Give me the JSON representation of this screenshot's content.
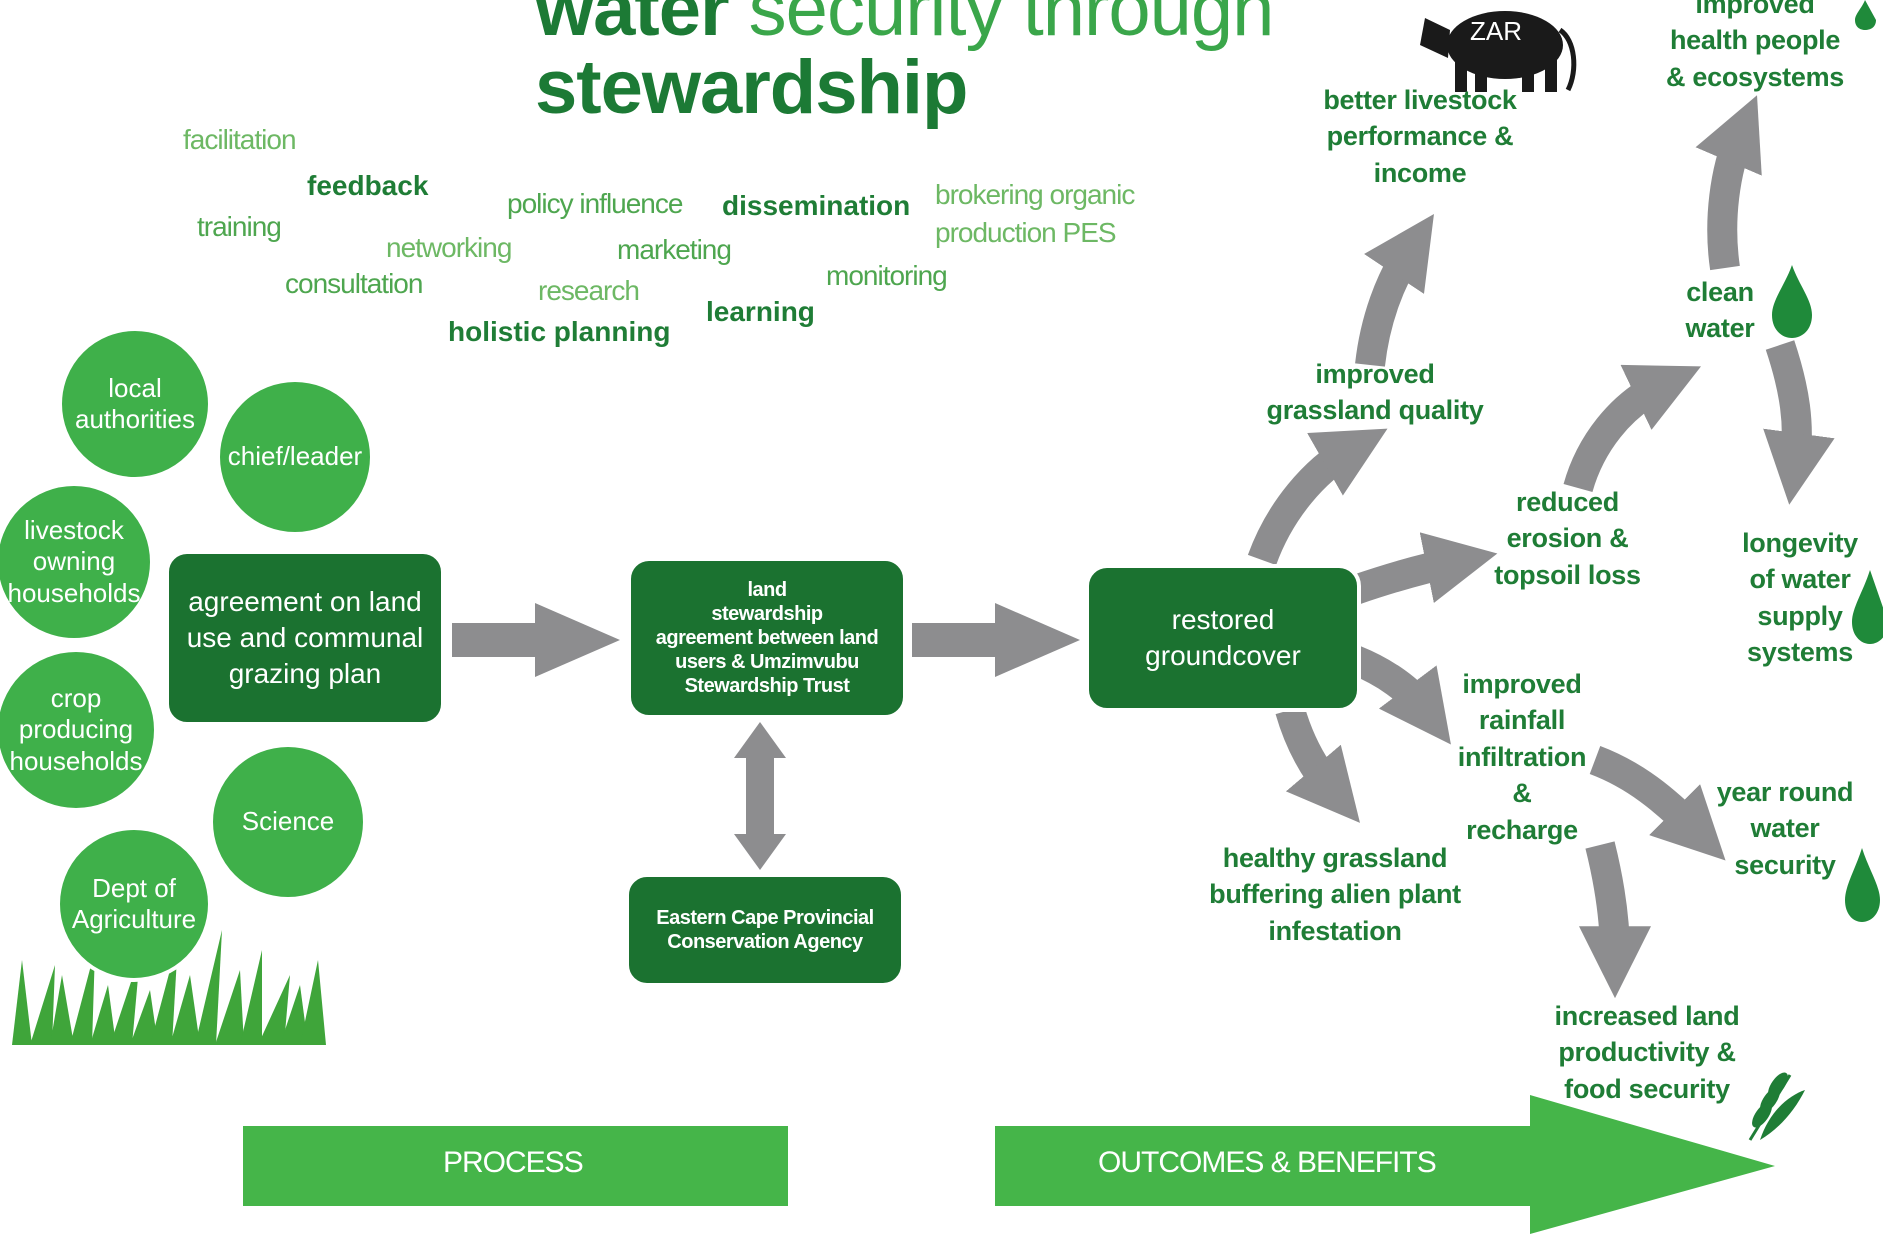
{
  "title": {
    "line1_bold": "water",
    "line1_light": "security through",
    "line2": "stewardship"
  },
  "process_keywords": [
    "facilitation",
    "feedback",
    "training",
    "policy influence",
    "dissemination",
    "brokering organic",
    "production PES",
    "networking",
    "marketing",
    "consultation",
    "research",
    "monitoring",
    "learning",
    "holistic planning"
  ],
  "stakeholders": [
    "local\nauthorities",
    "chief/leader",
    "livestock\nowning\nhouseholds",
    "crop\nproducing\nhouseholds",
    "Science",
    "Dept of\nAgriculture"
  ],
  "process_boxes": {
    "agreement": "agreement on land\nuse and communal\ngrazing plan",
    "stewardship": "land\nstewardship\nagreement between land\nusers & Umzimvubu\nStewardship Trust",
    "agency": "Eastern Cape Provincial\nConservation Agency",
    "groundcover": "restored\ngroundcover"
  },
  "outcomes": {
    "livestock": "better livestock\nperformance &\nincome",
    "grassland_quality": "improved\ngrassland quality",
    "erosion": "reduced\nerosion &\ntopsoil loss",
    "rainfall": "improved\nrainfall\ninfiltration\n&\nrecharge",
    "alien": "healthy grassland\nbuffering alien plant\ninfestation",
    "clean_water": "clean\nwater",
    "health": "improved\nhealth people\n& ecosystems",
    "longevity": "longevity\nof water\nsupply\nsystems",
    "year_round": "year round\nwater\nsecurity",
    "productivity": "increased land\nproductivity &\nfood security"
  },
  "currency_badge": "ZAR",
  "bands": {
    "process": "PROCESS",
    "outcomes": "OUTCOMES & BENEFITS"
  },
  "colors": {
    "dark_green": "#1b7230",
    "mid_green": "#3fb04a",
    "band_green": "#45b549",
    "text_green": "#1f7d36",
    "arrow_grey": "#8d8d8f"
  },
  "icons": [
    "cow-icon",
    "water-drop-icon",
    "grass-icon",
    "wheat-icon"
  ]
}
